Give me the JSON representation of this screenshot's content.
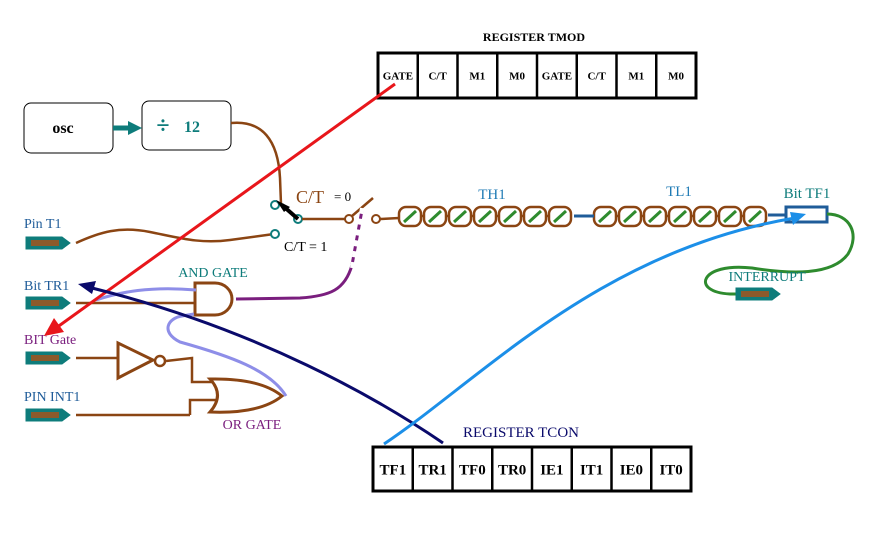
{
  "colors": {
    "brown": "#8B4513",
    "teal": "#0E7C7B",
    "blue": "#1F5C99",
    "red": "#E8161B",
    "navy": "#0A0A6B",
    "purple": "#7A1E7E",
    "lavender": "#8E8EE8",
    "skyblue": "#1C8FE8",
    "green": "#2E8B2E",
    "pinfill": "#8B5A2B"
  },
  "blocks": {
    "osc": "osc",
    "divider_symbol": "÷",
    "divider_value": "12"
  },
  "tmod": {
    "title": "REGISTER TMOD",
    "cells": [
      "GATE",
      "C/T",
      "M1",
      "M0",
      "GATE",
      "C/T",
      "M1",
      "M0"
    ]
  },
  "tcon": {
    "title": "REGISTER TCON",
    "cells": [
      "TF1",
      "TR1",
      "TF0",
      "TR0",
      "IE1",
      "IT1",
      "IE0",
      "IT0"
    ]
  },
  "labels": {
    "ct": "C/T",
    "ct_eq0": "= 0",
    "ct_eq1": "C/T = 1",
    "th1": "TH1",
    "tl1": "TL1",
    "bit_tf1": "Bit TF1",
    "interrupt": "INTERRUPT",
    "pin_t1": "Pin T1",
    "bit_tr1": "Bit TR1",
    "bit_gate": "BIT Gate",
    "pin_int1": "PIN INT1",
    "and_gate": "AND GATE",
    "or_gate": "OR GATE"
  }
}
